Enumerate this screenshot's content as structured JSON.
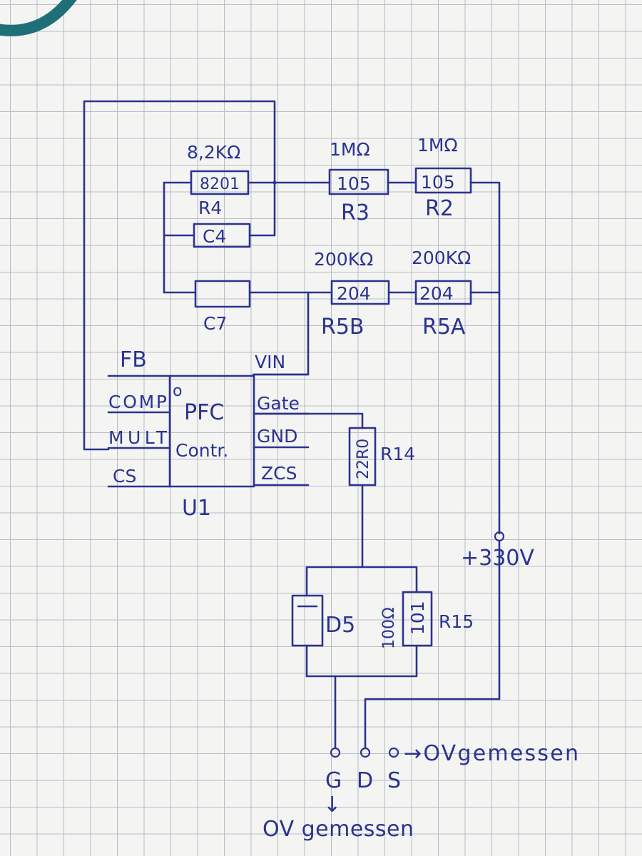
{
  "components": {
    "r4": {
      "value": "8,2KΩ",
      "code": "8201",
      "ref": "R4"
    },
    "c4": {
      "ref": "C4"
    },
    "c7": {
      "ref": "C7"
    },
    "r3": {
      "value": "1MΩ",
      "code": "105",
      "ref": "R3"
    },
    "r2": {
      "value": "1MΩ",
      "code": "105",
      "ref": "R2"
    },
    "r5b": {
      "value": "200KΩ",
      "code": "204",
      "ref": "R5B"
    },
    "r5a": {
      "value": "200KΩ",
      "code": "204",
      "ref": "R5A"
    },
    "r14": {
      "code": "22R0",
      "ref": "R14"
    },
    "r15": {
      "value": "100Ω",
      "code": "101",
      "ref": "R15"
    },
    "d5": {
      "ref": "D5"
    }
  },
  "ic": {
    "ref": "U1",
    "title_line1": "PFC",
    "title_line2": "Contr.",
    "pin1_marker": "o",
    "pins_left": [
      "FB",
      "COMP",
      "MULT",
      "CS"
    ],
    "pins_right": [
      "VIN",
      "Gate",
      "GND",
      "ZCS"
    ]
  },
  "supply": {
    "label": "+330V"
  },
  "transistor": {
    "gate": "G",
    "drain": "D",
    "source": "S",
    "source_note": "→OVgemessen",
    "gate_arrow": "↓",
    "gate_note": "OV gemessen"
  }
}
